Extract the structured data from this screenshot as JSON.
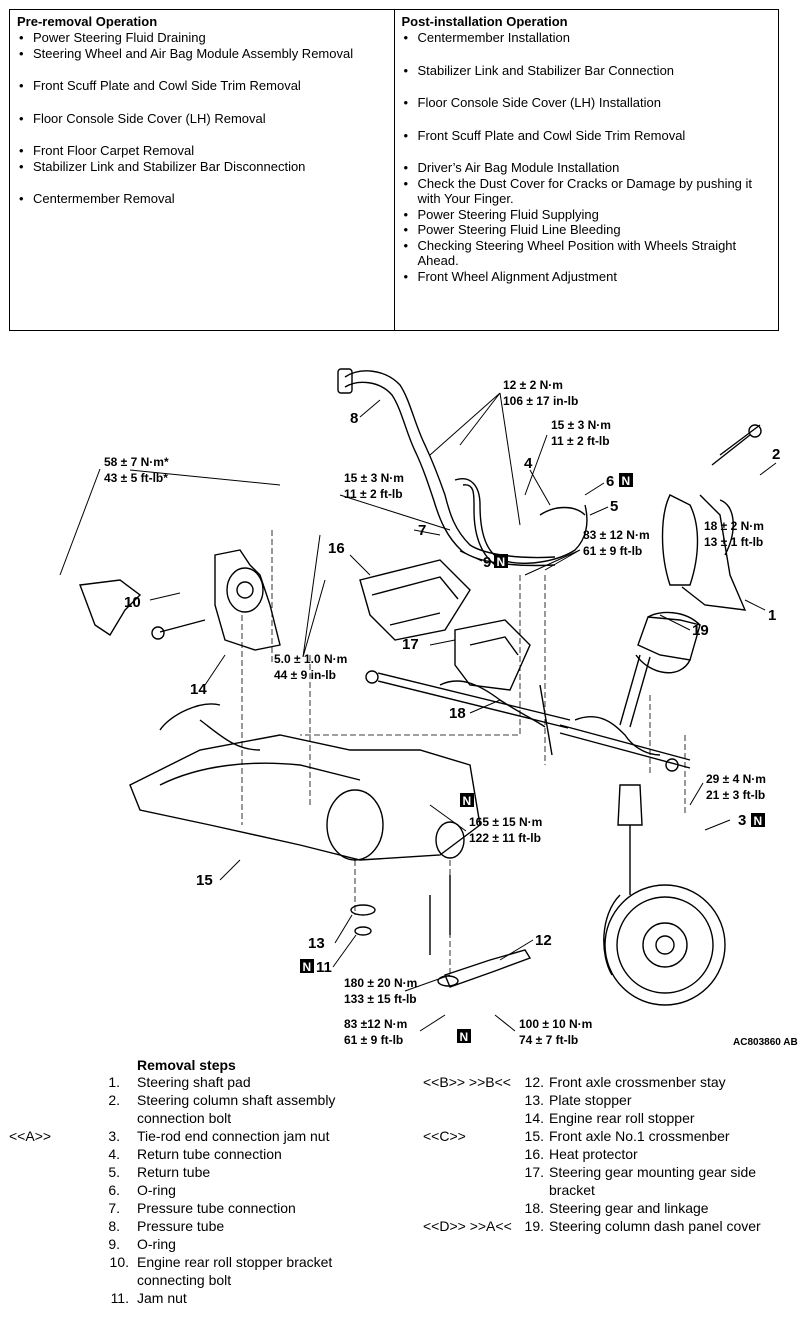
{
  "pre_removal": {
    "title": "Pre-removal Operation",
    "items": [
      "Power Steering Fluid Draining",
      "Steering Wheel and Air Bag Module Assembly Removal",
      "Front Scuff Plate and Cowl Side Trim Removal",
      "Floor Console Side Cover (LH) Removal",
      "Front Floor Carpet Removal",
      "Stabilizer Link and Stabilizer Bar Disconnection",
      "Centermember Removal"
    ]
  },
  "post_installation": {
    "title": "Post-installation Operation",
    "items": [
      "Centermember Installation",
      "Stabilizer Link and Stabilizer Bar Connection",
      "Floor Console Side Cover (LH) Installation",
      "Front Scuff Plate and Cowl Side Trim Removal",
      "Driver’s  Air Bag Module Installation",
      "Check the Dust Cover for Cracks or Damage by pushing it with Your Finger.",
      "Power Steering Fluid Supplying",
      "Power Steering Fluid Line Bleeding",
      "Checking Steering Wheel Position with Wheels Straight Ahead.",
      "Front Wheel Alignment Adjustment"
    ]
  },
  "diagram": {
    "callouts": [
      "1",
      "2",
      "3",
      "4",
      "5",
      "6",
      "7",
      "8",
      "9",
      "10",
      "11",
      "12",
      "13",
      "14",
      "15",
      "16",
      "17",
      "18",
      "19"
    ],
    "n_mark": "N",
    "torques": {
      "t1": [
        "12 ± 2 N·m",
        "106 ± 17 in-lb"
      ],
      "t2": [
        "15 ± 3 N·m",
        "11 ± 2 ft-lb"
      ],
      "t3": [
        "58 ± 7 N·m*",
        "43 ± 5 ft-lb*"
      ],
      "t4": [
        "15 ± 3 N·m",
        "11 ± 2 ft-lb"
      ],
      "t5": [
        "83 ± 12 N·m",
        "61 ± 9 ft-lb"
      ],
      "t6": [
        "18 ± 2 N·m",
        "13 ± 1 ft-lb"
      ],
      "t7": [
        "5.0 ± 1.0 N·m",
        "44 ± 9 in-lb"
      ],
      "t8": [
        "29 ± 4 N·m",
        "21 ± 3 ft-lb"
      ],
      "t9": [
        "165 ± 15 N·m",
        "122 ± 11 ft-lb"
      ],
      "t10": [
        "180 ± 20 N·m",
        "133 ± 15 ft-lb"
      ],
      "t11": [
        "83 ±12 N·m",
        "61 ± 9 ft-lb"
      ],
      "t12": [
        "100 ± 10 N·m",
        "74 ± 7 ft-lb"
      ]
    },
    "figure_code": "AC803860 AB"
  },
  "steps": {
    "title": "Removal steps",
    "left": [
      {
        "mark": "",
        "num": "1.",
        "label": "Steering shaft pad"
      },
      {
        "mark": "",
        "num": "2.",
        "label": "Steering column shaft assembly"
      },
      {
        "mark": "",
        "num": "",
        "label": "connection bolt"
      },
      {
        "mark": "<<A>>",
        "num": "3.",
        "label": "Tie-rod end connection jam nut"
      },
      {
        "mark": "",
        "num": "4.",
        "label": "Return tube connection"
      },
      {
        "mark": "",
        "num": "5.",
        "label": "Return tube"
      },
      {
        "mark": "",
        "num": "6.",
        "label": "O-ring"
      },
      {
        "mark": "",
        "num": "7.",
        "label": "Pressure tube connection"
      },
      {
        "mark": "",
        "num": "8.",
        "label": "Pressure tube"
      },
      {
        "mark": "",
        "num": "9.",
        "label": "O-ring"
      },
      {
        "mark": "",
        "num": "10.",
        "label": "Engine rear roll stopper bracket"
      },
      {
        "mark": "",
        "num": "",
        "label": "connecting bolt"
      },
      {
        "mark": "",
        "num": "11.",
        "label": "Jam nut"
      }
    ],
    "right": [
      {
        "mark": "<<B>> >>B<<",
        "num": "12.",
        "label": "Front axle crossmenber stay"
      },
      {
        "mark": "",
        "num": "13.",
        "label": "Plate stopper"
      },
      {
        "mark": "",
        "num": "14.",
        "label": "Engine rear roll stopper"
      },
      {
        "mark": "<<C>>",
        "num": "15.",
        "label": "Front axle No.1 crossmenber"
      },
      {
        "mark": "",
        "num": "16.",
        "label": "Heat protector"
      },
      {
        "mark": "",
        "num": "17.",
        "label": "Steering gear mounting gear side"
      },
      {
        "mark": "",
        "num": "",
        "label": "bracket"
      },
      {
        "mark": "",
        "num": "18.",
        "label": "Steering gear and linkage"
      },
      {
        "mark": "<<D>> >>A<<",
        "num": "19.",
        "label": "Steering column dash panel cover"
      }
    ]
  }
}
